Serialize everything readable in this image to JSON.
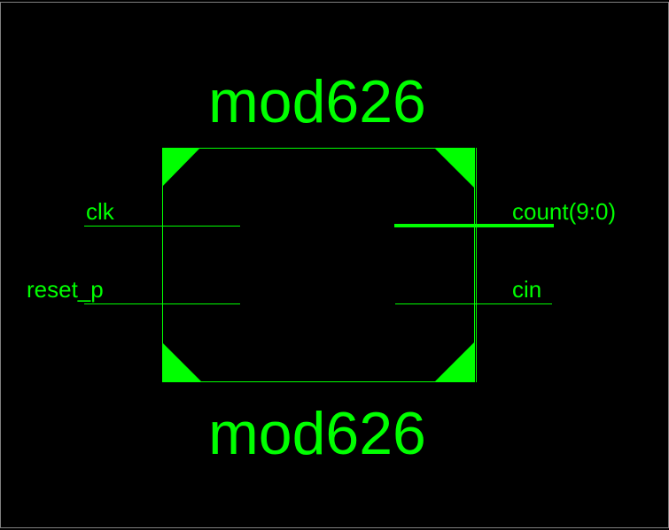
{
  "symbol": {
    "name_top": "mod626",
    "name_bottom": "mod626",
    "color": "#00ff00",
    "frame_color": "#808080",
    "background": "#000000"
  },
  "pins": {
    "left": [
      {
        "label": "clk",
        "bus": false
      },
      {
        "label": "reset_p",
        "bus": false
      }
    ],
    "right": [
      {
        "label": "count(9:0)",
        "bus": true
      },
      {
        "label": "cin",
        "bus": false
      }
    ]
  }
}
